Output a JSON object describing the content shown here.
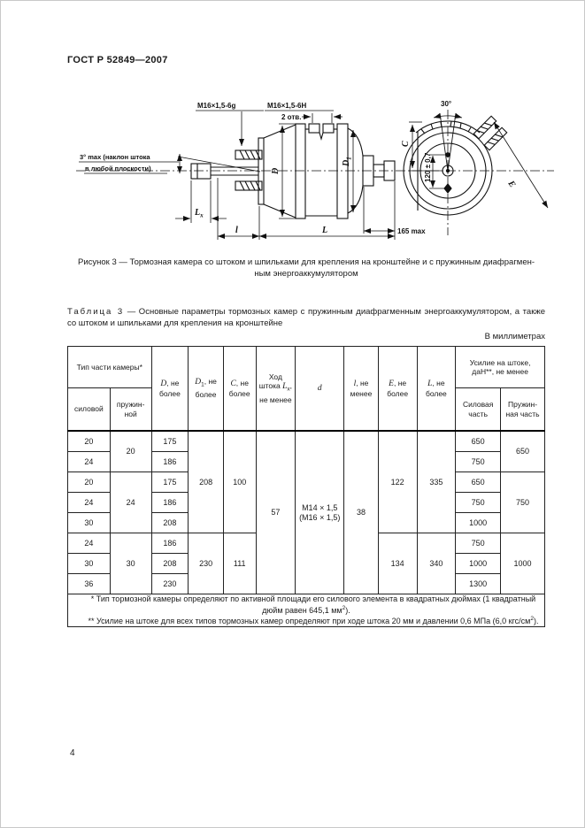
{
  "doc": {
    "header": "ГОСТ Р 52849—2007",
    "page_number": "4"
  },
  "figure": {
    "thread_left": "М16×1,5-6g",
    "thread_right": "М16×1,5-6Н",
    "holes_note": "2 отв.",
    "incline_line1": "3° max (наклон штока",
    "incline_line2": "в любой плоскости)",
    "dim_stroke_var": "L",
    "dim_stroke_sub": "x",
    "dim_l": "l",
    "dim_L": "L",
    "dim_165": "165 max",
    "dim_D": "D",
    "dim_D1_var": "D",
    "dim_D1_sub": "1",
    "dim_C": "C",
    "dim_E": "E",
    "dim_120": "120 ± 0,7",
    "dim_30": "30°",
    "caption_line1": "Рисунок 3 — Тормозная камера со штоком и шпильками для крепления на кронштейне и с пружинным диафрагмен-",
    "caption_line2": "ным энергоаккумулятором"
  },
  "table": {
    "title_label": "Таблица 3",
    "title_rest": " — Основные параметры тормозных камер с пружинным диафрагменным энергоаккумулятором, а также со штоком и шпильками для крепления на кронштейне",
    "units": "В миллиметрах",
    "header": {
      "type_group": "Тип части камеры*",
      "type_power": "силовой",
      "type_spring": "пружин-ной",
      "d_var": "D",
      "d_rest": ", не более",
      "d1_var": "D",
      "d1_sub": "1",
      "d1_rest": ", не более",
      "c_var": "C",
      "c_rest": ", не более",
      "stroke_pre": "Ход штока ",
      "stroke_var": "L",
      "stroke_sub": "x",
      "stroke_post": ", не менее",
      "dd": "d",
      "l_var": "l",
      "l_rest": ", не менее",
      "e_var": "E",
      "e_rest": ", не более",
      "bigl_var": "L",
      "bigl_rest": ", не более",
      "force_group": "Усилие на штоке, даН**, не менее",
      "force_power": "Силовая часть",
      "force_spring": "Пружин-ная часть"
    },
    "cells": {
      "r0": {
        "power": "20",
        "spring": "20",
        "D": "175",
        "D1": "208",
        "C": "100",
        "stroke": "57",
        "d1": "М14 × 1,5",
        "d2": "(М16 × 1,5)",
        "l": "38",
        "E": "122",
        "bigl": "335",
        "force_p": "650",
        "force_s": "650"
      },
      "r1": {
        "power": "24",
        "D": "186",
        "force_p": "750"
      },
      "r2": {
        "power": "20",
        "spring": "24",
        "D": "175",
        "force_p": "650",
        "force_s": "750"
      },
      "r3": {
        "power": "24",
        "D": "186",
        "force_p": "750"
      },
      "r4": {
        "power": "30",
        "D": "208",
        "force_p": "1000"
      },
      "r5": {
        "power": "24",
        "spring": "30",
        "D": "186",
        "D1": "230",
        "C": "111",
        "E": "134",
        "bigl": "340",
        "force_p": "750",
        "force_s": "1000"
      },
      "r6": {
        "power": "30",
        "D": "208",
        "force_p": "1000"
      },
      "r7": {
        "power": "36",
        "D": "230",
        "force_p": "1300"
      }
    },
    "footnotes": {
      "fn1_pre": "* Тип тормозной камеры определяют по активной площади его силового элемента в квадратных дюймах (1 квадратный дюйм равен 645,1 мм",
      "fn1_sup": "2",
      "fn1_post": ").",
      "fn2_pre": "** Усилие на штоке для всех типов тормозных камер определяют при ходе штока 20 мм и давлении 0,6 МПа (6,0 кгс/см",
      "fn2_sup": "2",
      "fn2_post": ")."
    }
  }
}
